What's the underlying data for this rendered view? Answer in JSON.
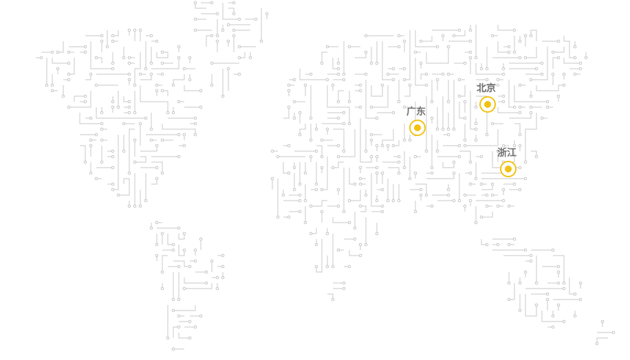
{
  "map": {
    "trace_color": "#d2d2d2",
    "pad_color": "#c4c4c4",
    "accent": "#f2c20f",
    "locations": [
      {
        "id": "beijing",
        "label": "北京"
      },
      {
        "id": "guangdong",
        "label": "广东"
      },
      {
        "id": "zhejiang",
        "label": "浙江"
      }
    ]
  }
}
